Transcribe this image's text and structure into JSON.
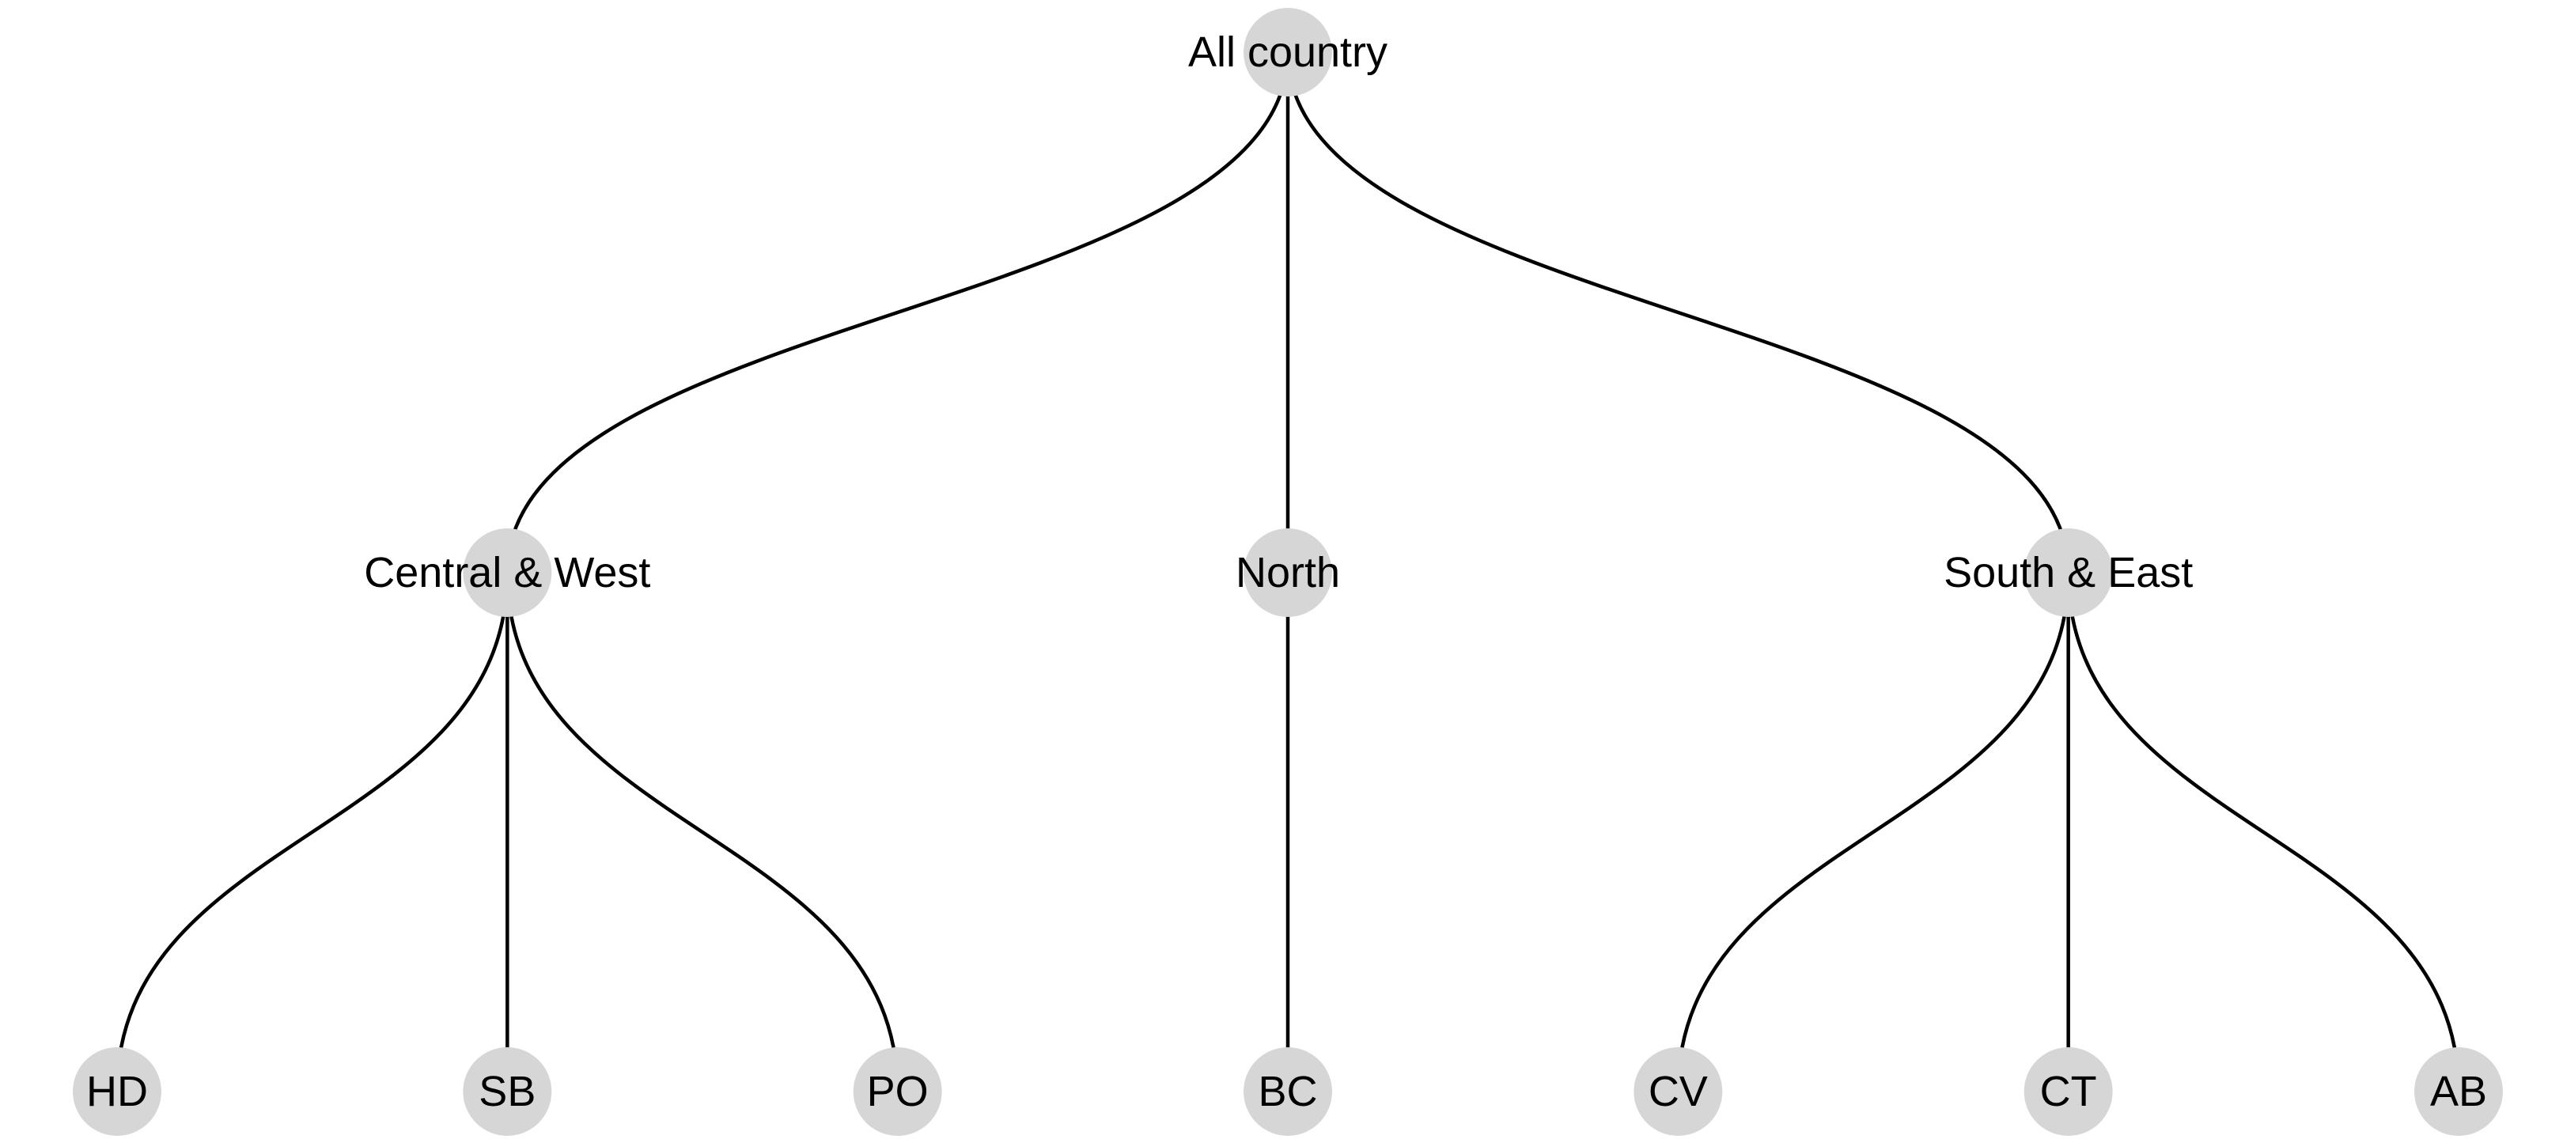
{
  "tree": {
    "root": {
      "id": "all-country",
      "label": "All country",
      "children": [
        {
          "id": "central-west",
          "label": "Central & West",
          "children": [
            {
              "id": "hd",
              "label": "HD"
            },
            {
              "id": "sb",
              "label": "SB"
            },
            {
              "id": "po",
              "label": "PO"
            }
          ]
        },
        {
          "id": "north",
          "label": "North",
          "children": [
            {
              "id": "bc",
              "label": "BC"
            }
          ]
        },
        {
          "id": "south-east",
          "label": "South & East",
          "children": [
            {
              "id": "cv",
              "label": "CV"
            },
            {
              "id": "ct",
              "label": "CT"
            },
            {
              "id": "ab",
              "label": "AB"
            }
          ]
        }
      ]
    }
  },
  "style": {
    "node_fill": "#d6d6d6",
    "edge_color": "#000000",
    "background": "#ffffff",
    "edge_shape": "diagonal-curve",
    "orientation": "top-down"
  }
}
